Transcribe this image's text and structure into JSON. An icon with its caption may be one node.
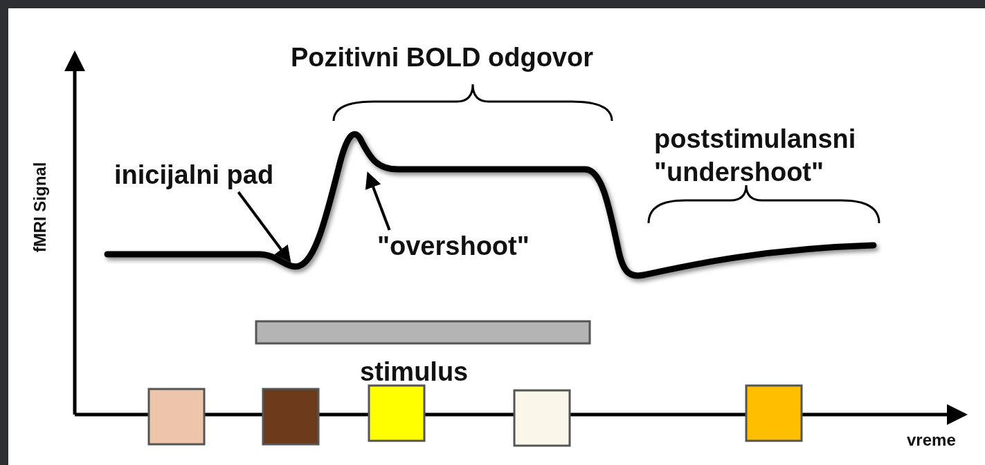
{
  "diagram": {
    "nodes": [
      {
        "text": [
          "inicijalni pad"
        ]
      },
      {
        "text": [
          "\"overshoot\""
        ]
      },
      {
        "text": [],
        "shape": "bar"
      },
      {
        "text": [],
        "shape": "box"
      },
      {
        "text": [],
        "shape": "box"
      },
      {
        "text": [],
        "shape": "box"
      },
      {
        "text": [],
        "shape": "box"
      },
      {
        "text": [],
        "shape": "box"
      }
    ],
    "edges": [
      {
        "from": 0,
        "to": null,
        "arrow": "to"
      },
      {
        "from": 1,
        "to": null,
        "arrow": "to"
      }
    ],
    "labels": [
      "Pozitivni BOLD odgovor",
      "poststimulansni \"undershoot\"",
      "fMRI Signal",
      "stimulus",
      "vreme"
    ]
  }
}
